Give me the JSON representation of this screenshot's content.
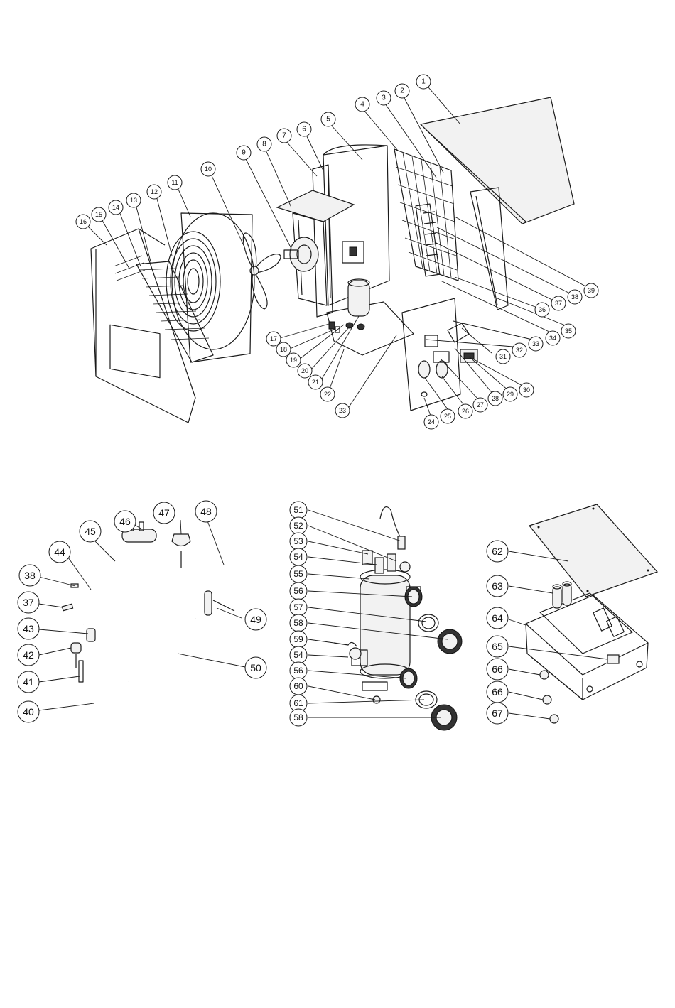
{
  "callouts_main": [
    {
      "n": "1"
    },
    {
      "n": "2"
    },
    {
      "n": "3"
    },
    {
      "n": "4"
    },
    {
      "n": "5"
    },
    {
      "n": "6"
    },
    {
      "n": "7"
    },
    {
      "n": "8"
    },
    {
      "n": "9"
    },
    {
      "n": "10"
    },
    {
      "n": "11"
    },
    {
      "n": "12"
    },
    {
      "n": "13"
    },
    {
      "n": "14"
    },
    {
      "n": "15"
    },
    {
      "n": "16"
    },
    {
      "n": "17"
    },
    {
      "n": "18"
    },
    {
      "n": "19"
    },
    {
      "n": "20"
    },
    {
      "n": "21"
    },
    {
      "n": "22"
    },
    {
      "n": "23"
    },
    {
      "n": "24"
    },
    {
      "n": "25"
    },
    {
      "n": "26"
    },
    {
      "n": "27"
    },
    {
      "n": "28"
    },
    {
      "n": "29"
    },
    {
      "n": "30"
    },
    {
      "n": "31"
    },
    {
      "n": "32"
    },
    {
      "n": "33"
    },
    {
      "n": "34"
    },
    {
      "n": "35"
    },
    {
      "n": "36"
    },
    {
      "n": "37"
    },
    {
      "n": "38"
    },
    {
      "n": "39"
    }
  ],
  "callouts_piping": [
    {
      "n": "38"
    },
    {
      "n": "37"
    },
    {
      "n": "44"
    },
    {
      "n": "45"
    },
    {
      "n": "46"
    },
    {
      "n": "47"
    },
    {
      "n": "48"
    },
    {
      "n": "43"
    },
    {
      "n": "42"
    },
    {
      "n": "41"
    },
    {
      "n": "40"
    },
    {
      "n": "49"
    },
    {
      "n": "50"
    }
  ],
  "callouts_exchanger": [
    {
      "n": "51"
    },
    {
      "n": "52"
    },
    {
      "n": "53"
    },
    {
      "n": "54"
    },
    {
      "n": "55"
    },
    {
      "n": "56"
    },
    {
      "n": "57"
    },
    {
      "n": "58"
    },
    {
      "n": "59"
    },
    {
      "n": "54"
    },
    {
      "n": "56"
    },
    {
      "n": "60"
    },
    {
      "n": "61"
    },
    {
      "n": "58"
    }
  ],
  "callouts_control": [
    {
      "n": "62"
    },
    {
      "n": "63"
    },
    {
      "n": "64"
    },
    {
      "n": "65"
    },
    {
      "n": "66"
    },
    {
      "n": "66"
    },
    {
      "n": "67"
    }
  ]
}
